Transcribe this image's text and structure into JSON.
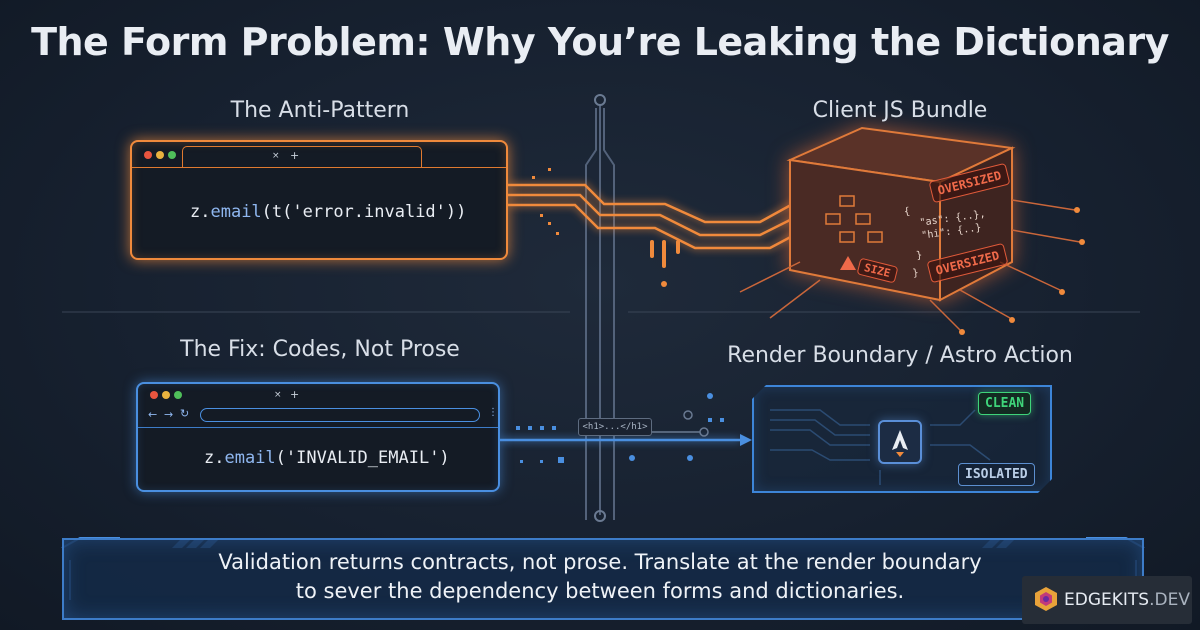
{
  "title": "The Form Problem: Why You’re Leaking the Dictionary",
  "anti_pattern": {
    "label": "The Anti-Pattern",
    "code_fn": "z.",
    "code_kw": "email",
    "code_rest": "(t('error.invalid'))"
  },
  "client_bundle": {
    "label": "Client JS Bundle",
    "tag_top": "OVERSIZED",
    "tag_bottom": "OVERSIZED",
    "size_tag": "SIZE",
    "json_line1": "{",
    "json_line2": "\"as\": {..},",
    "json_line3": "\"hi\": {..}",
    "json_line4": "}",
    "json_line5": "}"
  },
  "fix": {
    "label": "The Fix: Codes, Not Prose",
    "code_fn": "z.",
    "code_kw": "email",
    "code_rest": "('INVALID_EMAIL')"
  },
  "render_boundary": {
    "label": "Render Boundary / Astro Action",
    "clean_tag": "CLEAN",
    "isolated_tag": "ISOLATED",
    "chip": "<h1>...</h1>"
  },
  "footer": {
    "line1": "Validation returns contracts, not prose. Translate at the render boundary",
    "line2": "to sever the dependency between forms and dictionaries."
  },
  "brand": {
    "name": "EDGEKITS",
    "suffix": ".DEV"
  },
  "colors": {
    "accent_orange": "#f08a3c",
    "accent_blue": "#4a8fe0",
    "clean_green": "#3fd47a",
    "oversized_red": "#e05a3a"
  }
}
